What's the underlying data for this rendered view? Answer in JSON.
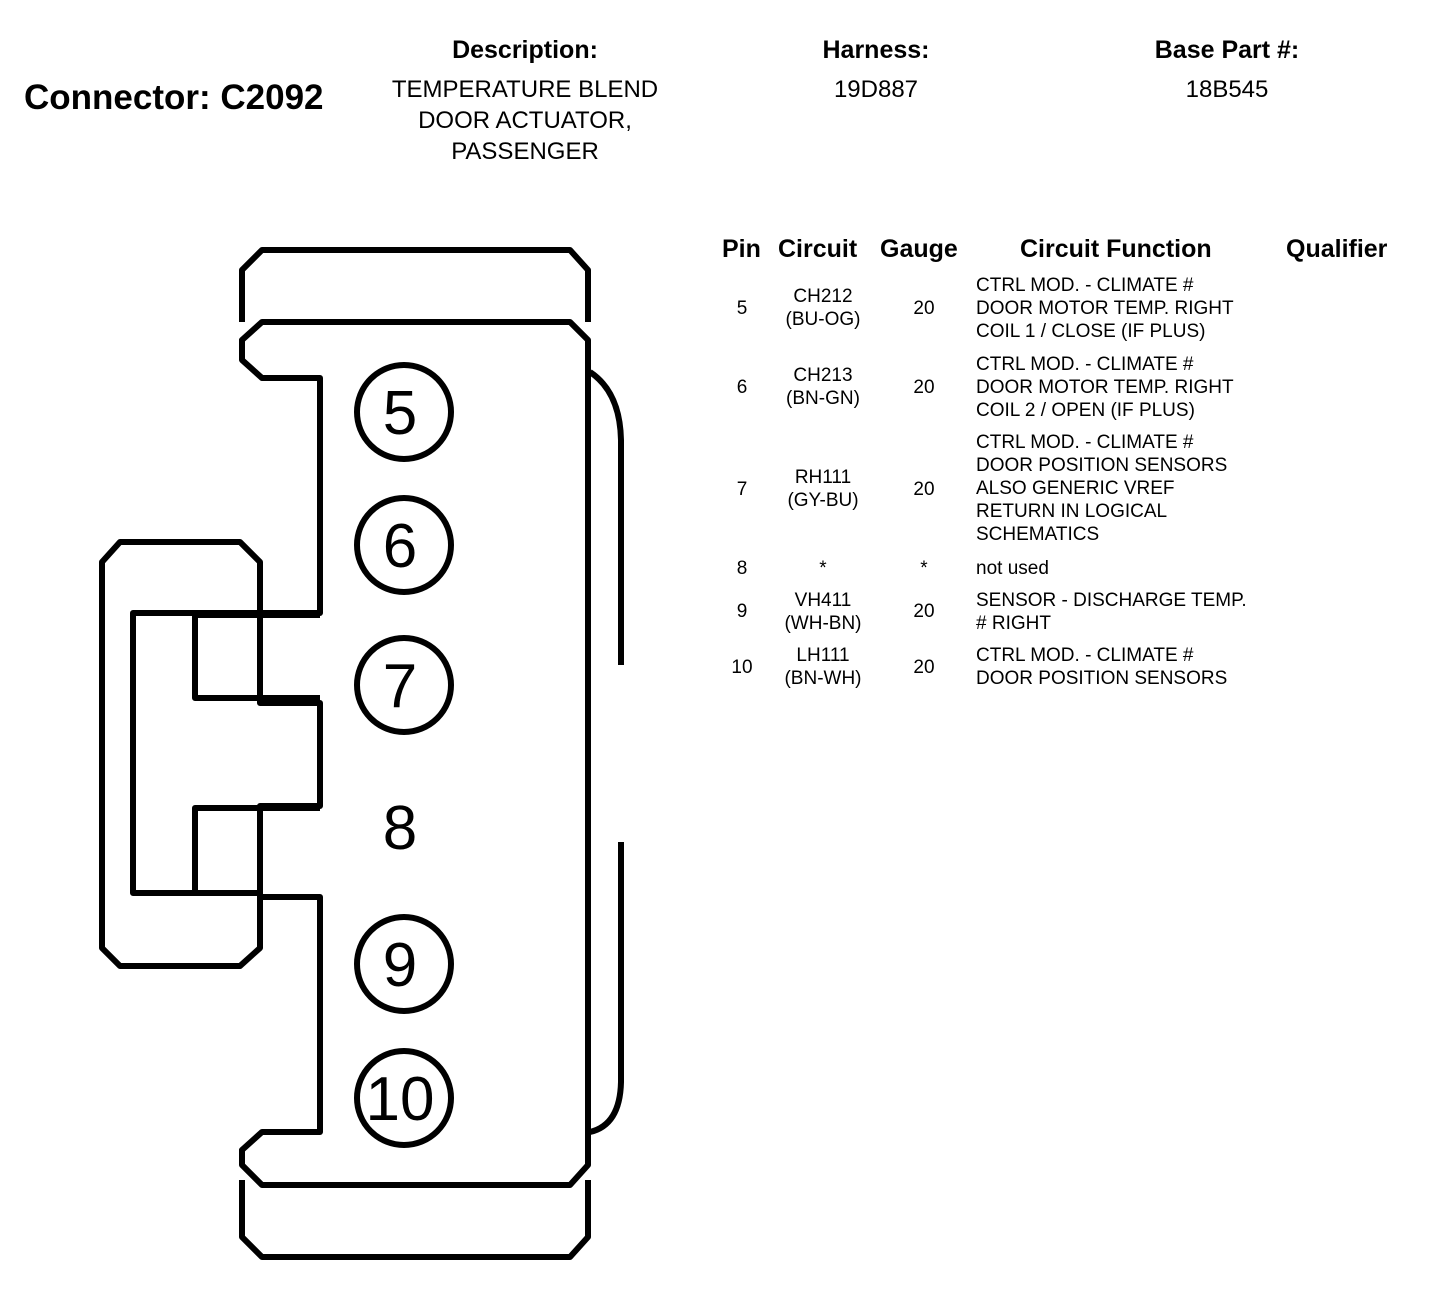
{
  "header": {
    "connector": "Connector: C2092",
    "description_label": "Description:",
    "description_lines": [
      "TEMPERATURE BLEND",
      "DOOR ACTUATOR,",
      "PASSENGER"
    ],
    "harness_label": "Harness:",
    "harness": "19D887",
    "base_part_label": "Base Part #:",
    "base_part": "18B545"
  },
  "diagram": {
    "pins": [
      "5",
      "6",
      "7",
      "8",
      "9",
      "10"
    ]
  },
  "table": {
    "headers": {
      "pin": "Pin",
      "circuit": "Circuit",
      "gauge": "Gauge",
      "function": "Circuit Function",
      "qualifier": "Qualifier"
    },
    "rows": [
      {
        "pin": "5",
        "circuit": "CH212",
        "color": "(BU-OG)",
        "gauge": "20",
        "function": [
          "CTRL MOD. - CLIMATE #",
          "DOOR MOTOR TEMP. RIGHT",
          "COIL 1 / CLOSE (IF PLUS)"
        ]
      },
      {
        "pin": "6",
        "circuit": "CH213",
        "color": "(BN-GN)",
        "gauge": "20",
        "function": [
          "CTRL MOD. - CLIMATE #",
          "DOOR MOTOR TEMP. RIGHT",
          "COIL 2 / OPEN (IF PLUS)"
        ]
      },
      {
        "pin": "7",
        "circuit": "RH111",
        "color": "(GY-BU)",
        "gauge": "20",
        "function": [
          "CTRL MOD. - CLIMATE #",
          "DOOR POSITION SENSORS",
          "ALSO GENERIC VREF",
          "RETURN IN LOGICAL",
          "SCHEMATICS"
        ]
      },
      {
        "pin": "8",
        "circuit": "*",
        "color": "",
        "gauge": "*",
        "function": [
          "not used"
        ]
      },
      {
        "pin": "9",
        "circuit": "VH411",
        "color": "(WH-BN)",
        "gauge": "20",
        "function": [
          "SENSOR - DISCHARGE TEMP.",
          "# RIGHT"
        ]
      },
      {
        "pin": "10",
        "circuit": "LH111",
        "color": "(BN-WH)",
        "gauge": "20",
        "function": [
          "CTRL MOD. - CLIMATE #",
          "DOOR POSITION SENSORS"
        ]
      }
    ]
  }
}
